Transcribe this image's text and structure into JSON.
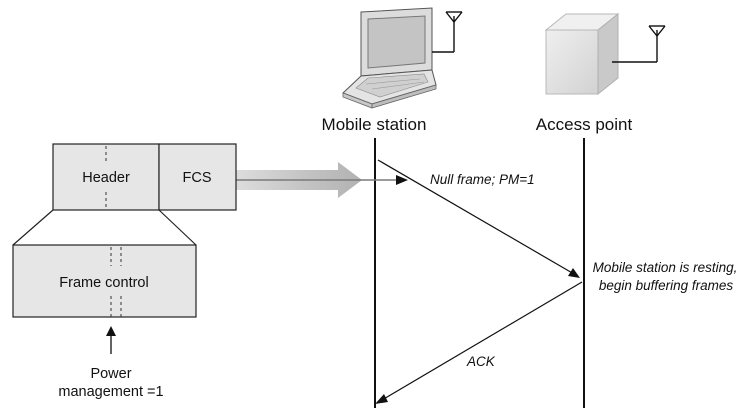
{
  "nodes": {
    "mobile_station": {
      "label": "Mobile station"
    },
    "access_point": {
      "label": "Access point"
    }
  },
  "frame": {
    "header_label": "Header",
    "fcs_label": "FCS",
    "frame_control_label": "Frame control",
    "power_management_line1": "Power",
    "power_management_line2": "management =1"
  },
  "messages": {
    "null_frame": "Null frame; PM=1",
    "ap_note_line1": "Mobile station is resting,",
    "ap_note_line2": "begin buffering frames",
    "ack": "ACK"
  },
  "colors": {
    "box_fill": "#e6e6e6",
    "line": "#111111",
    "big_arrow": "#c8c8c8"
  }
}
